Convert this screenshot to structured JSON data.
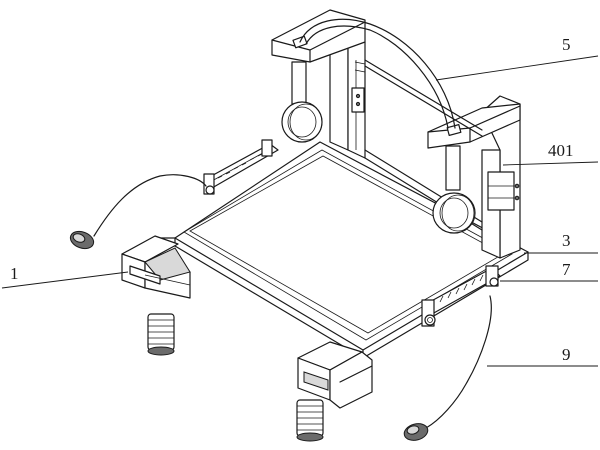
{
  "callouts": [
    {
      "id": "c5",
      "label": "5"
    },
    {
      "id": "c401",
      "label": "401"
    },
    {
      "id": "c3",
      "label": "3"
    },
    {
      "id": "c7",
      "label": "7"
    },
    {
      "id": "c1",
      "label": "1"
    },
    {
      "id": "c9",
      "label": "9"
    }
  ],
  "colors": {
    "line": "#1a1a1a",
    "background": "#ffffff",
    "shade": "#d9d9d9"
  }
}
